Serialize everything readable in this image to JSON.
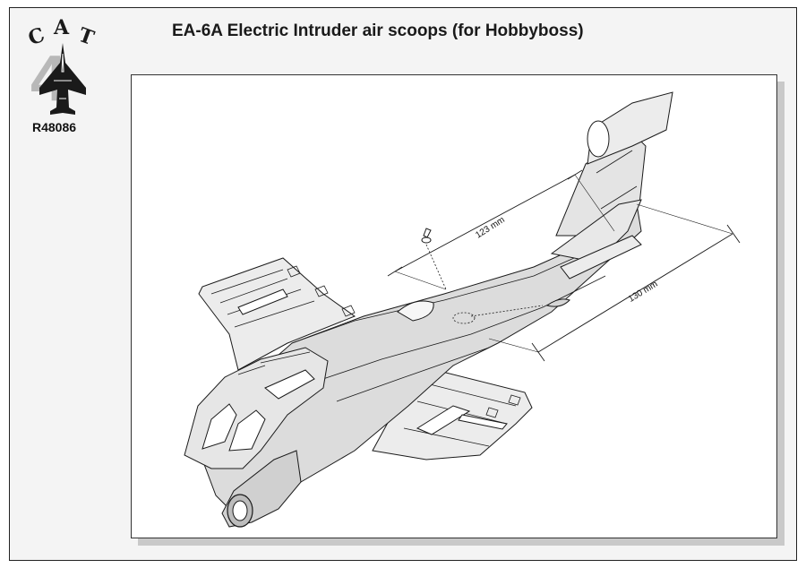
{
  "logo": {
    "letters": [
      "C",
      "A",
      "T"
    ],
    "big_numeral": "4",
    "code": "R48086"
  },
  "title": "EA-6A Electric Intruder air scoops (for Hobbyboss)",
  "dimensions": {
    "fuselage_span": "123 mm",
    "tail_span": "130 mm"
  },
  "colors": {
    "line": "#1a1a1a",
    "aircraft_fill": "#dcdcdc",
    "shadow": "#c9c9c9"
  },
  "drawing_subject": "EA-6A aircraft isometric line drawing"
}
